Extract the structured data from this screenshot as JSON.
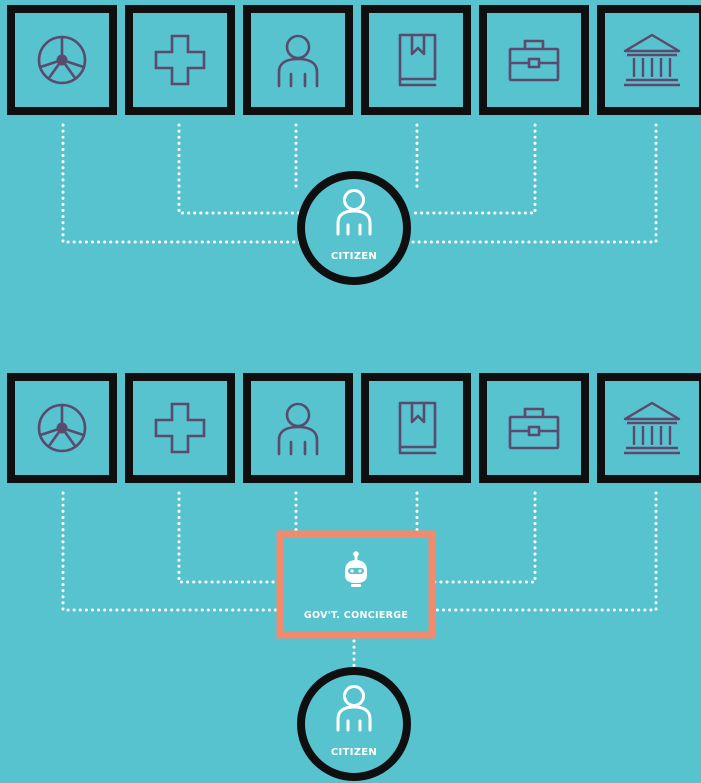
{
  "colors": {
    "background": "#57c3cf",
    "tile_border": "#0f0f0f",
    "icon": "#5a4a6e",
    "connector": "#ffffff",
    "citizen_circle": "#0f0f0f",
    "concierge_border": "#f28b6e"
  },
  "service_icons": [
    "steering-wheel-icon",
    "medical-cross-icon",
    "person-icon",
    "book-icon",
    "briefcase-icon",
    "government-building-icon"
  ],
  "top_diagram": {
    "citizen_label": "CITIZEN"
  },
  "bottom_diagram": {
    "concierge_label": "GOV'T. CONCIERGE",
    "citizen_label": "CITIZEN"
  }
}
